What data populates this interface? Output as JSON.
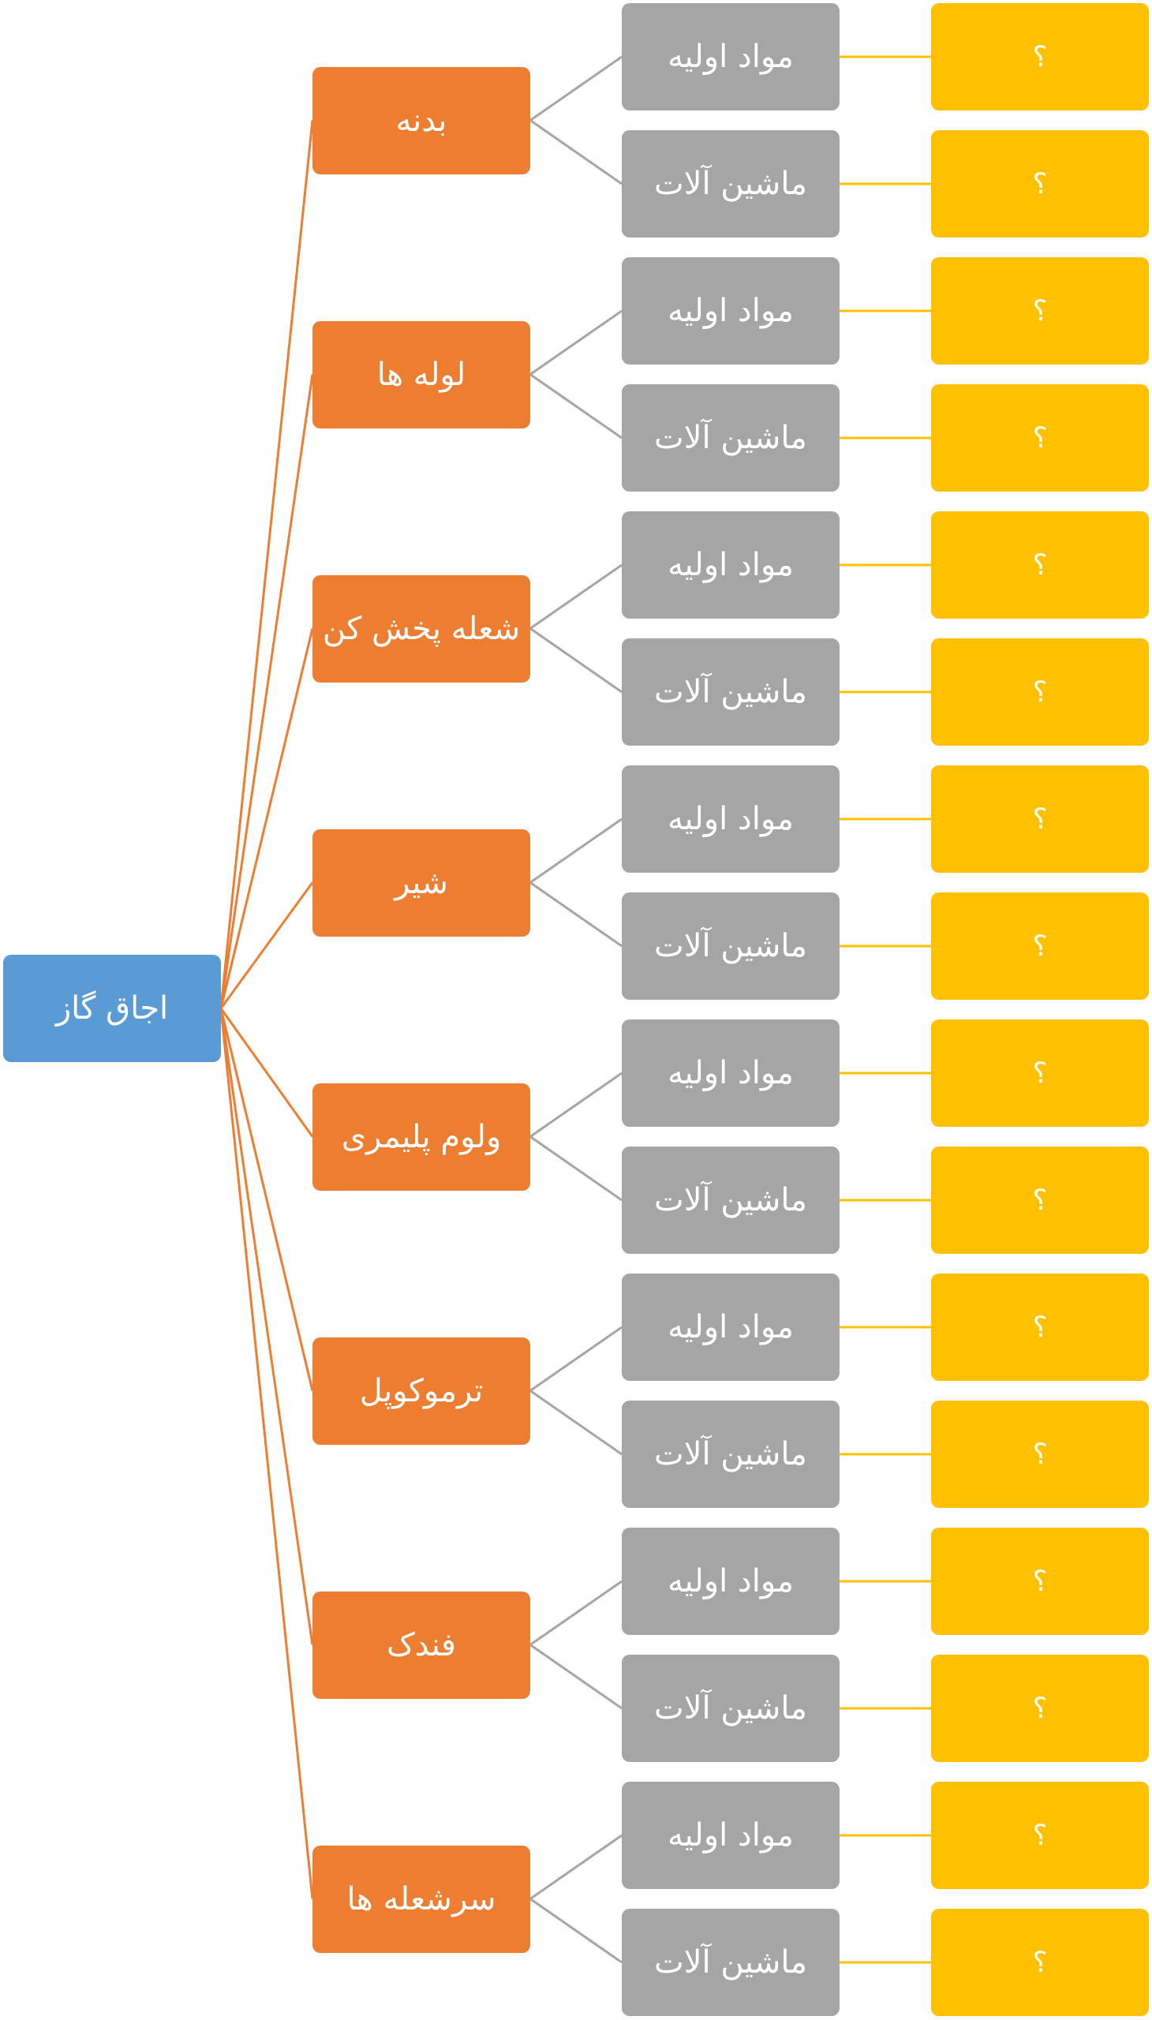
{
  "diagram": {
    "root": {
      "label": "اجاق گاز"
    },
    "components": [
      {
        "label": "بدنه",
        "children": [
          {
            "label": "مواد اولیه",
            "answer": "؟"
          },
          {
            "label": "ماشین آلات",
            "answer": "؟"
          }
        ]
      },
      {
        "label": "لوله ها",
        "children": [
          {
            "label": "مواد اولیه",
            "answer": "؟"
          },
          {
            "label": "ماشین آلات",
            "answer": "؟"
          }
        ]
      },
      {
        "label": "شعله پخش کن",
        "children": [
          {
            "label": "مواد اولیه",
            "answer": "؟"
          },
          {
            "label": "ماشین آلات",
            "answer": "؟"
          }
        ]
      },
      {
        "label": "شیر",
        "children": [
          {
            "label": "مواد اولیه",
            "answer": "؟"
          },
          {
            "label": "ماشین آلات",
            "answer": "؟"
          }
        ]
      },
      {
        "label": "ولوم پلیمری",
        "children": [
          {
            "label": "مواد اولیه",
            "answer": "؟"
          },
          {
            "label": "ماشین آلات",
            "answer": "؟"
          }
        ]
      },
      {
        "label": "ترموکوپل",
        "children": [
          {
            "label": "مواد اولیه",
            "answer": "؟"
          },
          {
            "label": "ماشین آلات",
            "answer": "؟"
          }
        ]
      },
      {
        "label": "فندک",
        "children": [
          {
            "label": "مواد اولیه",
            "answer": "؟"
          },
          {
            "label": "ماشین آلات",
            "answer": "؟"
          }
        ]
      },
      {
        "label": "سرشعله ها",
        "children": [
          {
            "label": "مواد اولیه",
            "answer": "؟"
          },
          {
            "label": "ماشین آلات",
            "answer": "؟"
          }
        ]
      }
    ],
    "colors": {
      "root": "#5b9bd5",
      "component": "#ed7d31",
      "category": "#a5a5a5",
      "answer": "#ffc000",
      "root_connector": "#ed7d31",
      "component_connector": "#a5a5a5",
      "answer_connector": "#ffc000"
    }
  }
}
